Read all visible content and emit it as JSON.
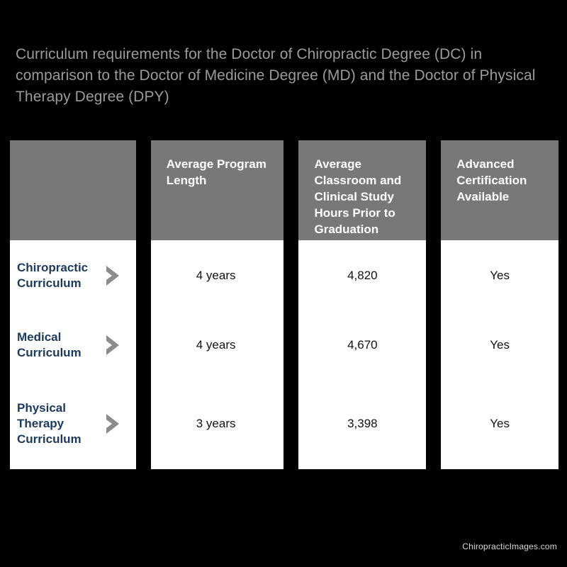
{
  "title": "Curriculum requirements for the Doctor of Chiropractic Degree (DC) in comparison to the Doctor of Medicine Degree (MD) and the Doctor of Physical Therapy Degree (DPY)",
  "colors": {
    "background": "#000000",
    "title_text": "#9b9b9b",
    "header_band": "#787878",
    "header_text": "#ffffff",
    "cell_background": "#ffffff",
    "row_label_text": "#1b3a5c",
    "value_text": "#111111",
    "chevron": "#8c8c8c",
    "watermark_text": "#d8d8d8"
  },
  "table": {
    "headers": [
      "",
      "Average Program Length",
      "Average Classroom and Clinical Study Hours Prior to Graduation",
      "Advanced Certification Available"
    ],
    "rows": [
      {
        "label": "Chiropractic Curriculum",
        "arrow_icon": "chevron-right-icon",
        "program_length": "4 years",
        "study_hours": "4,820",
        "advanced_certification": "Yes"
      },
      {
        "label": "Medical Curriculum",
        "arrow_icon": "chevron-right-icon",
        "program_length": "4 years",
        "study_hours": "4,670",
        "advanced_certification": "Yes"
      },
      {
        "label": "Physical Therapy Curriculum",
        "arrow_icon": "chevron-right-icon",
        "program_length": "3 years",
        "study_hours": "3,398",
        "advanced_certification": "Yes"
      }
    ]
  },
  "watermark": "ChiropracticImages.com"
}
